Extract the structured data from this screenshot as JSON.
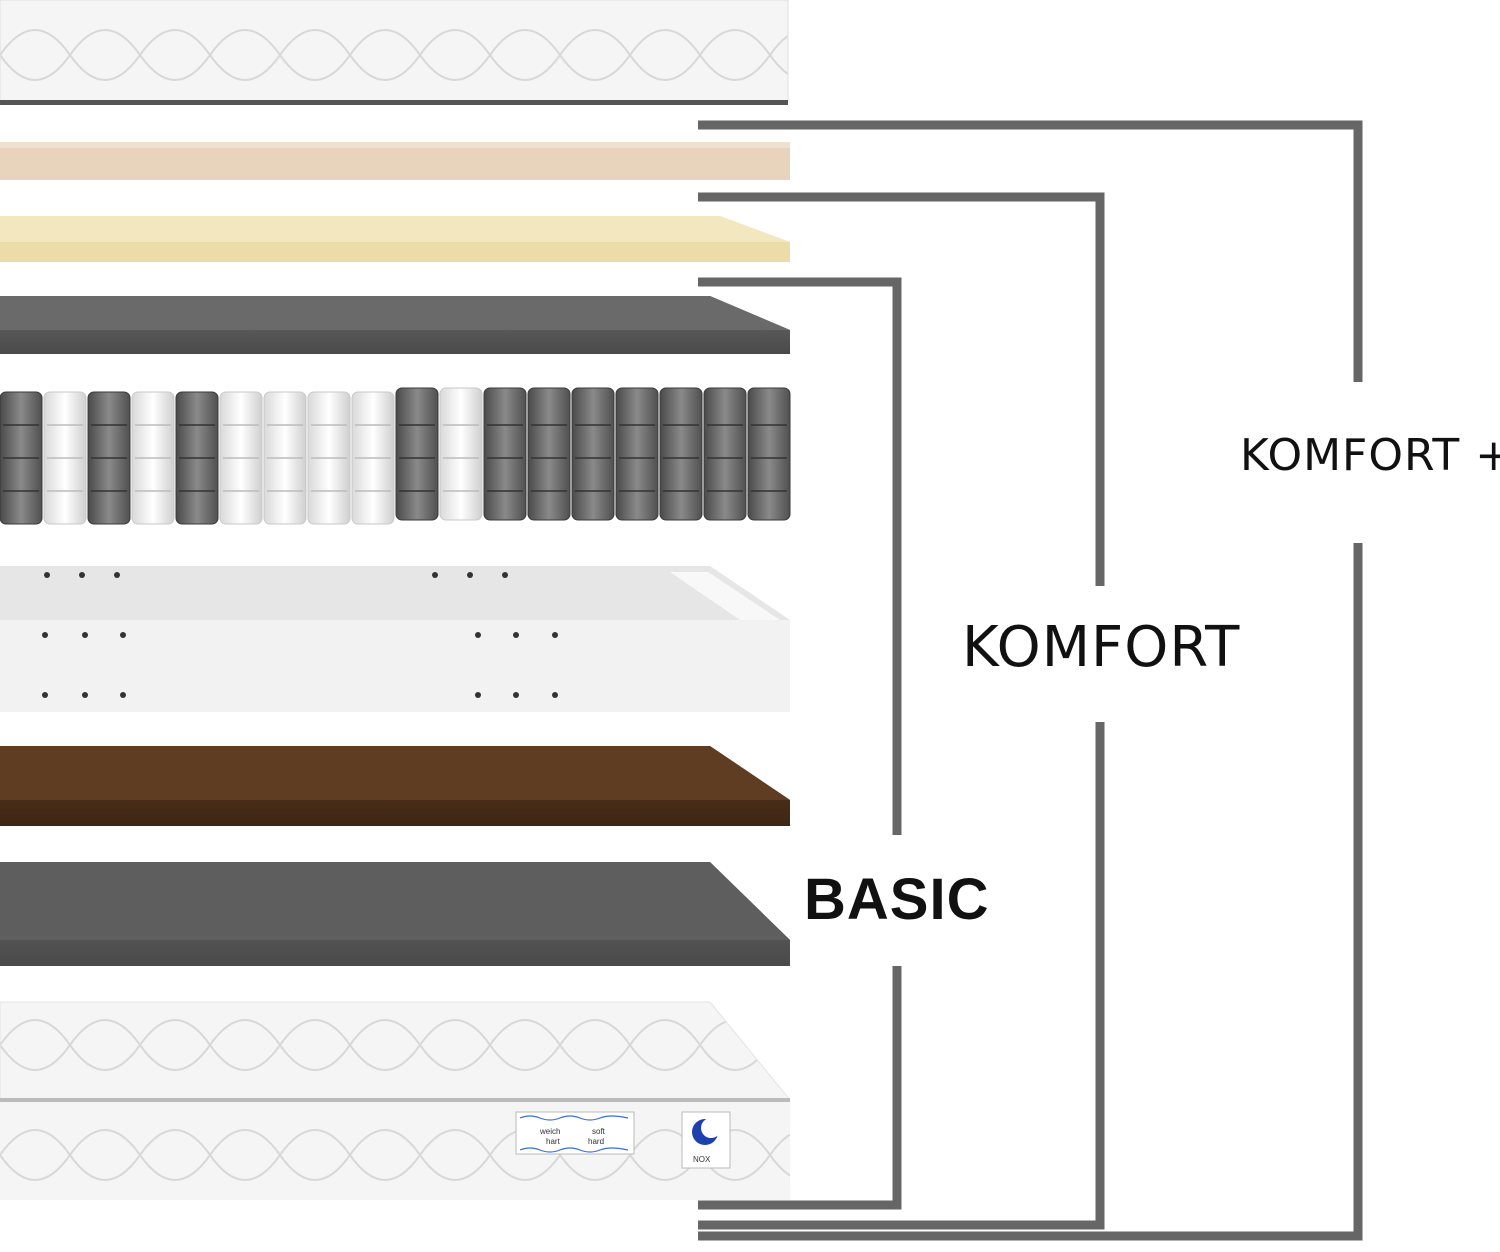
{
  "labels": {
    "komfort_plus": "KOMFORT +",
    "komfort": "KOMFORT",
    "basic": "BASIC"
  },
  "tag": {
    "weich": "weich",
    "soft": "soft",
    "hart": "hart",
    "hard": "hard",
    "brand": "NOX"
  },
  "colors": {
    "bracket": "#666666",
    "latex": "#e9d6bf",
    "memory_foam": "#ecdca8",
    "felt": "#5a5a5a",
    "coconut": "#5a3a22",
    "cover": "#f4f4f4"
  },
  "icons": {
    "logo": "moon-star-icon"
  }
}
